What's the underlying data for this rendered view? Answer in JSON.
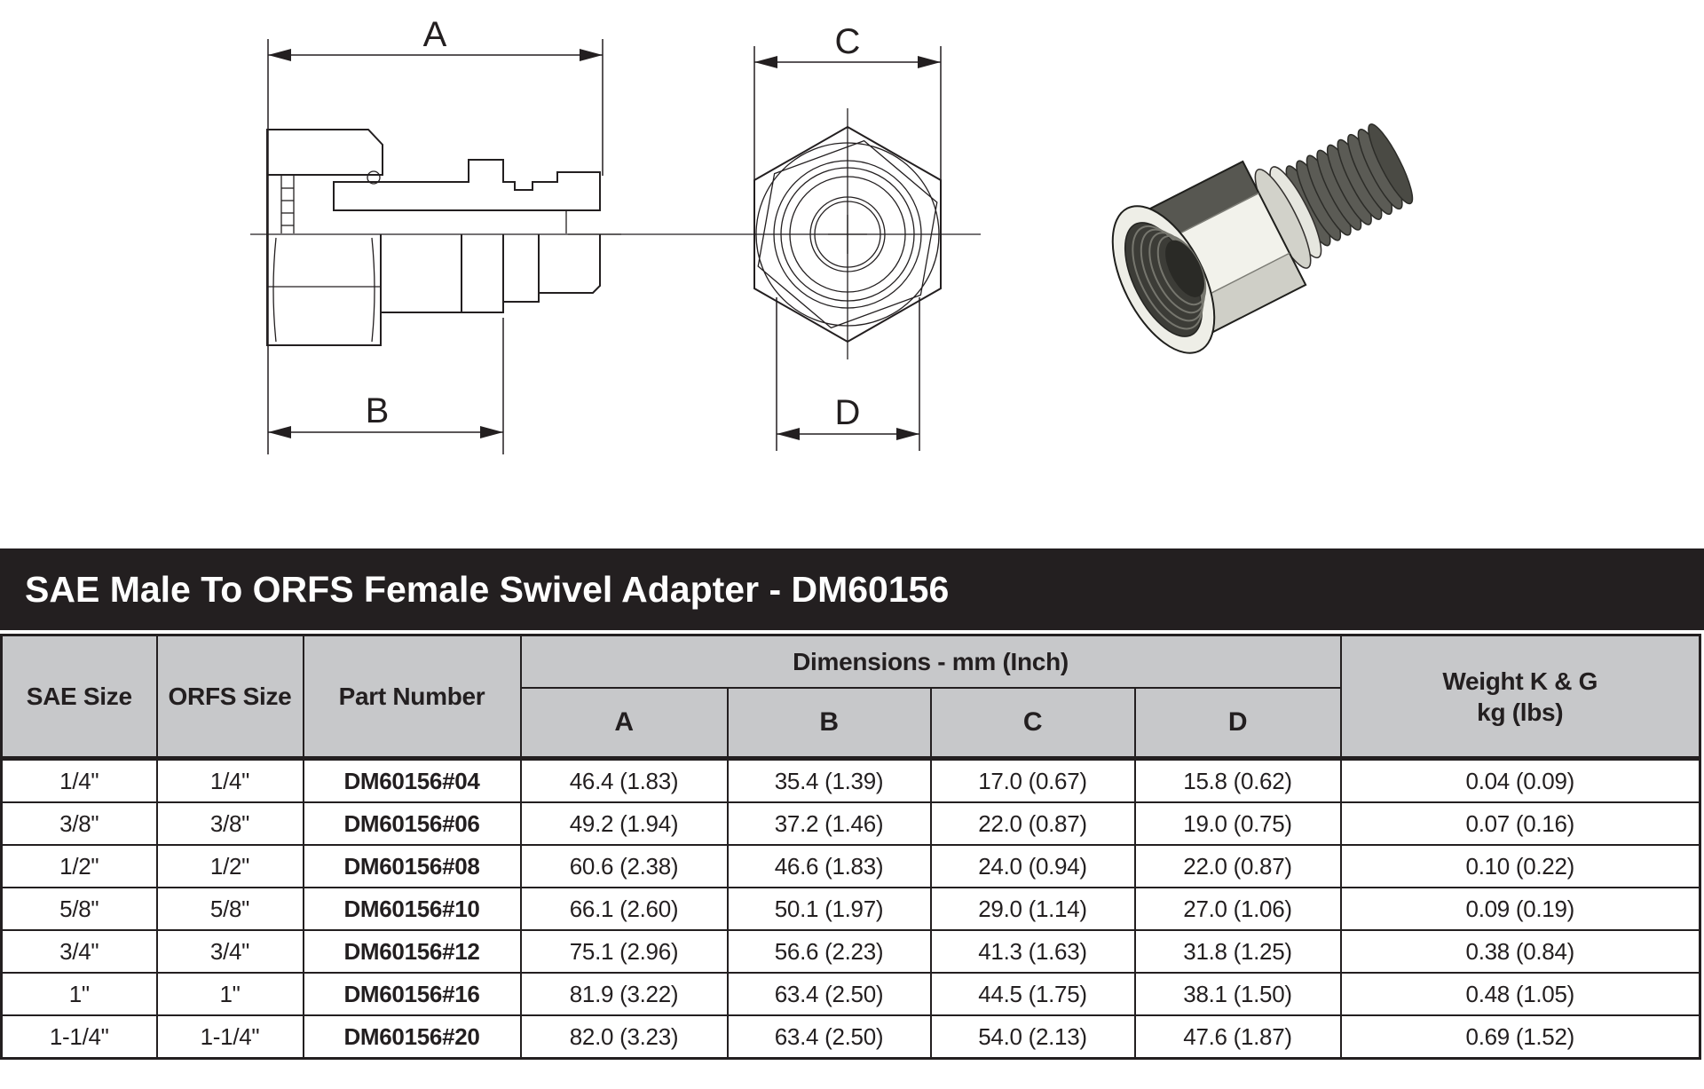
{
  "title": "SAE Male To ORFS Female Swivel Adapter - DM60156",
  "drawings": {
    "side_view": {
      "dim_top": "A",
      "dim_bottom": "B"
    },
    "front_view": {
      "dim_top": "C",
      "dim_bottom": "D"
    }
  },
  "table": {
    "headers": {
      "sae_size": "SAE Size",
      "orfs_size": "ORFS Size",
      "part_number": "Part Number",
      "dimensions_group": "Dimensions - mm (Inch)",
      "dim_a": "A",
      "dim_b": "B",
      "dim_c": "C",
      "dim_d": "D",
      "weight_line1": "Weight K & G",
      "weight_line2": "kg (lbs)"
    },
    "rows": [
      {
        "sae": "1/4\"",
        "orfs": "1/4\"",
        "part": "DM60156#04",
        "a": "46.4 (1.83)",
        "b": "35.4 (1.39)",
        "c": "17.0 (0.67)",
        "d": "15.8 (0.62)",
        "weight": "0.04 (0.09)"
      },
      {
        "sae": "3/8\"",
        "orfs": "3/8\"",
        "part": "DM60156#06",
        "a": "49.2 (1.94)",
        "b": "37.2 (1.46)",
        "c": "22.0 (0.87)",
        "d": "19.0 (0.75)",
        "weight": "0.07 (0.16)"
      },
      {
        "sae": "1/2\"",
        "orfs": "1/2\"",
        "part": "DM60156#08",
        "a": "60.6 (2.38)",
        "b": "46.6 (1.83)",
        "c": "24.0 (0.94)",
        "d": "22.0 (0.87)",
        "weight": "0.10 (0.22)"
      },
      {
        "sae": "5/8\"",
        "orfs": "5/8\"",
        "part": "DM60156#10",
        "a": "66.1 (2.60)",
        "b": "50.1 (1.97)",
        "c": "29.0 (1.14)",
        "d": "27.0 (1.06)",
        "weight": "0.09 (0.19)"
      },
      {
        "sae": "3/4\"",
        "orfs": "3/4\"",
        "part": "DM60156#12",
        "a": "75.1 (2.96)",
        "b": "56.6 (2.23)",
        "c": "41.3 (1.63)",
        "d": "31.8 (1.25)",
        "weight": "0.38 (0.84)"
      },
      {
        "sae": "1\"",
        "orfs": "1\"",
        "part": "DM60156#16",
        "a": "81.9 (3.22)",
        "b": "63.4 (2.50)",
        "c": "44.5 (1.75)",
        "d": "38.1 (1.50)",
        "weight": "0.48 (1.05)"
      },
      {
        "sae": "1-1/4\"",
        "orfs": "1-1/4\"",
        "part": "DM60156#20",
        "a": "82.0 (3.23)",
        "b": "63.4 (2.50)",
        "c": "54.0 (2.13)",
        "d": "47.6 (1.87)",
        "weight": "0.69 (1.52)"
      }
    ]
  },
  "colors": {
    "title_bar": "#231f20",
    "header_bg": "#c7c8ca",
    "border": "#231f20",
    "line_art": "#231f20"
  }
}
